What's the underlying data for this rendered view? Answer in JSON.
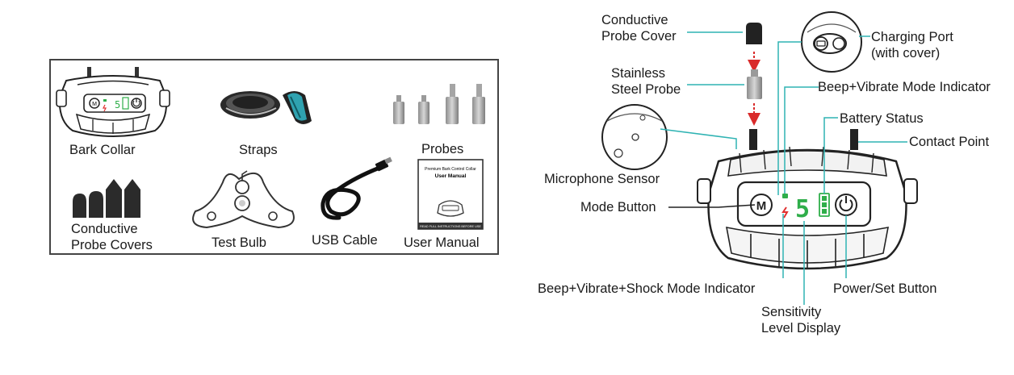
{
  "package_contents": {
    "items": [
      {
        "label": "Bark Collar"
      },
      {
        "label": "Straps"
      },
      {
        "label": "Probes"
      },
      {
        "label": "Conductive\nProbe Covers"
      },
      {
        "label": "Test Bulb"
      },
      {
        "label": "USB Cable"
      },
      {
        "label": "User Manual"
      }
    ],
    "manual_cover_text": {
      "brand_line": "Premium Bark Control Collar",
      "title": "User Manual",
      "footer": "READ FULL INSTRUCTIONS BEFORE USE"
    }
  },
  "diagram": {
    "device_display": {
      "mode_button_glyph": "M",
      "power_icon": "power-icon",
      "sensitivity_digit": "5"
    },
    "callouts": {
      "conductive_probe_cover": "Conductive\nProbe Cover",
      "stainless_steel_probe": "Stainless\nSteel Probe",
      "charging_port": "Charging Port\n(with cover)",
      "beep_vibrate_indicator": "Beep+Vibrate Mode Indicator",
      "battery_status": "Battery Status",
      "contact_point": "Contact Point",
      "microphone_sensor": "Microphone Sensor",
      "mode_button": "Mode Button",
      "beep_vibrate_shock_indicator": "Beep+Vibrate+Shock Mode Indicator",
      "power_set_button": "Power/Set Button",
      "sensitivity_display": "Sensitivity\nLevel Display"
    },
    "colors": {
      "leader_line": "#2fb3b3",
      "green_indicator": "#2fae4a",
      "red_indicator": "#e03030",
      "arrow": "#d92b2b",
      "device_body": "#3a3a3a"
    }
  }
}
